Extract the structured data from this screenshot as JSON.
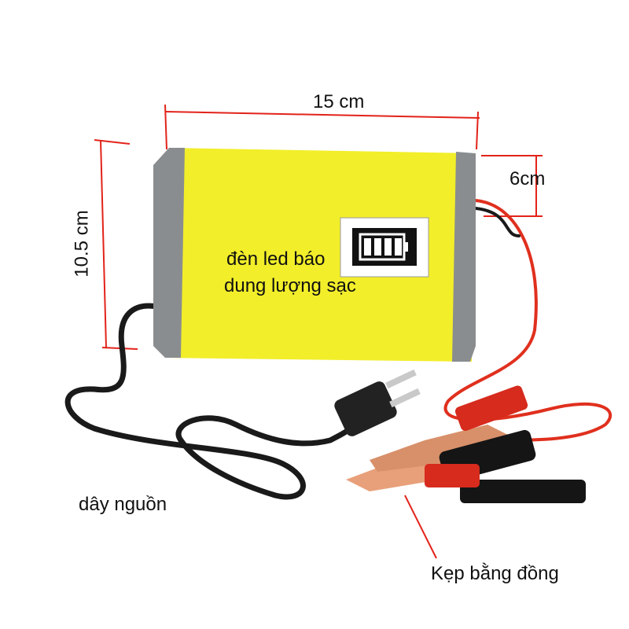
{
  "dimensions": {
    "width": "15 cm",
    "depth": "6cm",
    "height": "10.5 cm"
  },
  "labels": {
    "led": "đèn led báo",
    "led_line2": "dung lượng sạc",
    "power_cord": "dây nguồn",
    "clamp": "Kẹp bằng đồng"
  },
  "colors": {
    "body": "#f2ee2a",
    "frame": "#8a8d90",
    "dimension_line": "#e2231a",
    "red_wire": "#e0301e",
    "copper": "#e8a07a"
  }
}
